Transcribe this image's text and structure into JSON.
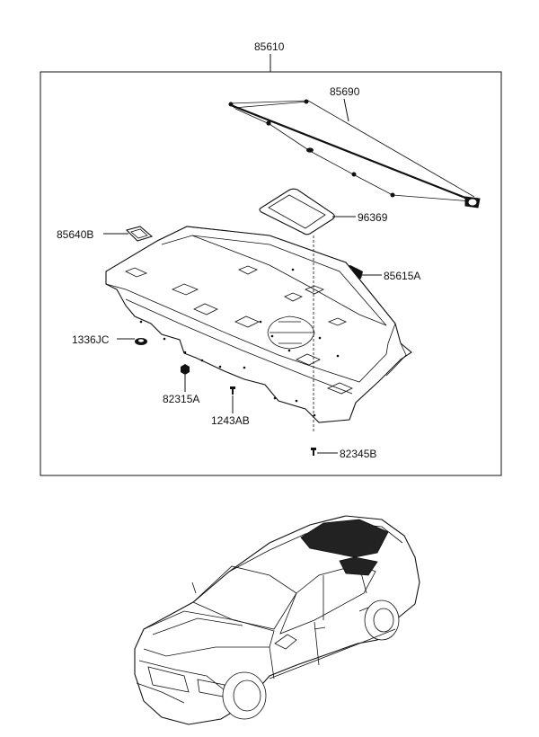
{
  "diagram": {
    "assembly_callout": "85610",
    "callouts": {
      "c85690": "85690",
      "c96369": "96369",
      "c85640B": "85640B",
      "c85615A": "85615A",
      "c1336JC": "1336JC",
      "c82315A": "82315A",
      "c1243AB": "1243AB",
      "c82345B": "82345B"
    }
  }
}
